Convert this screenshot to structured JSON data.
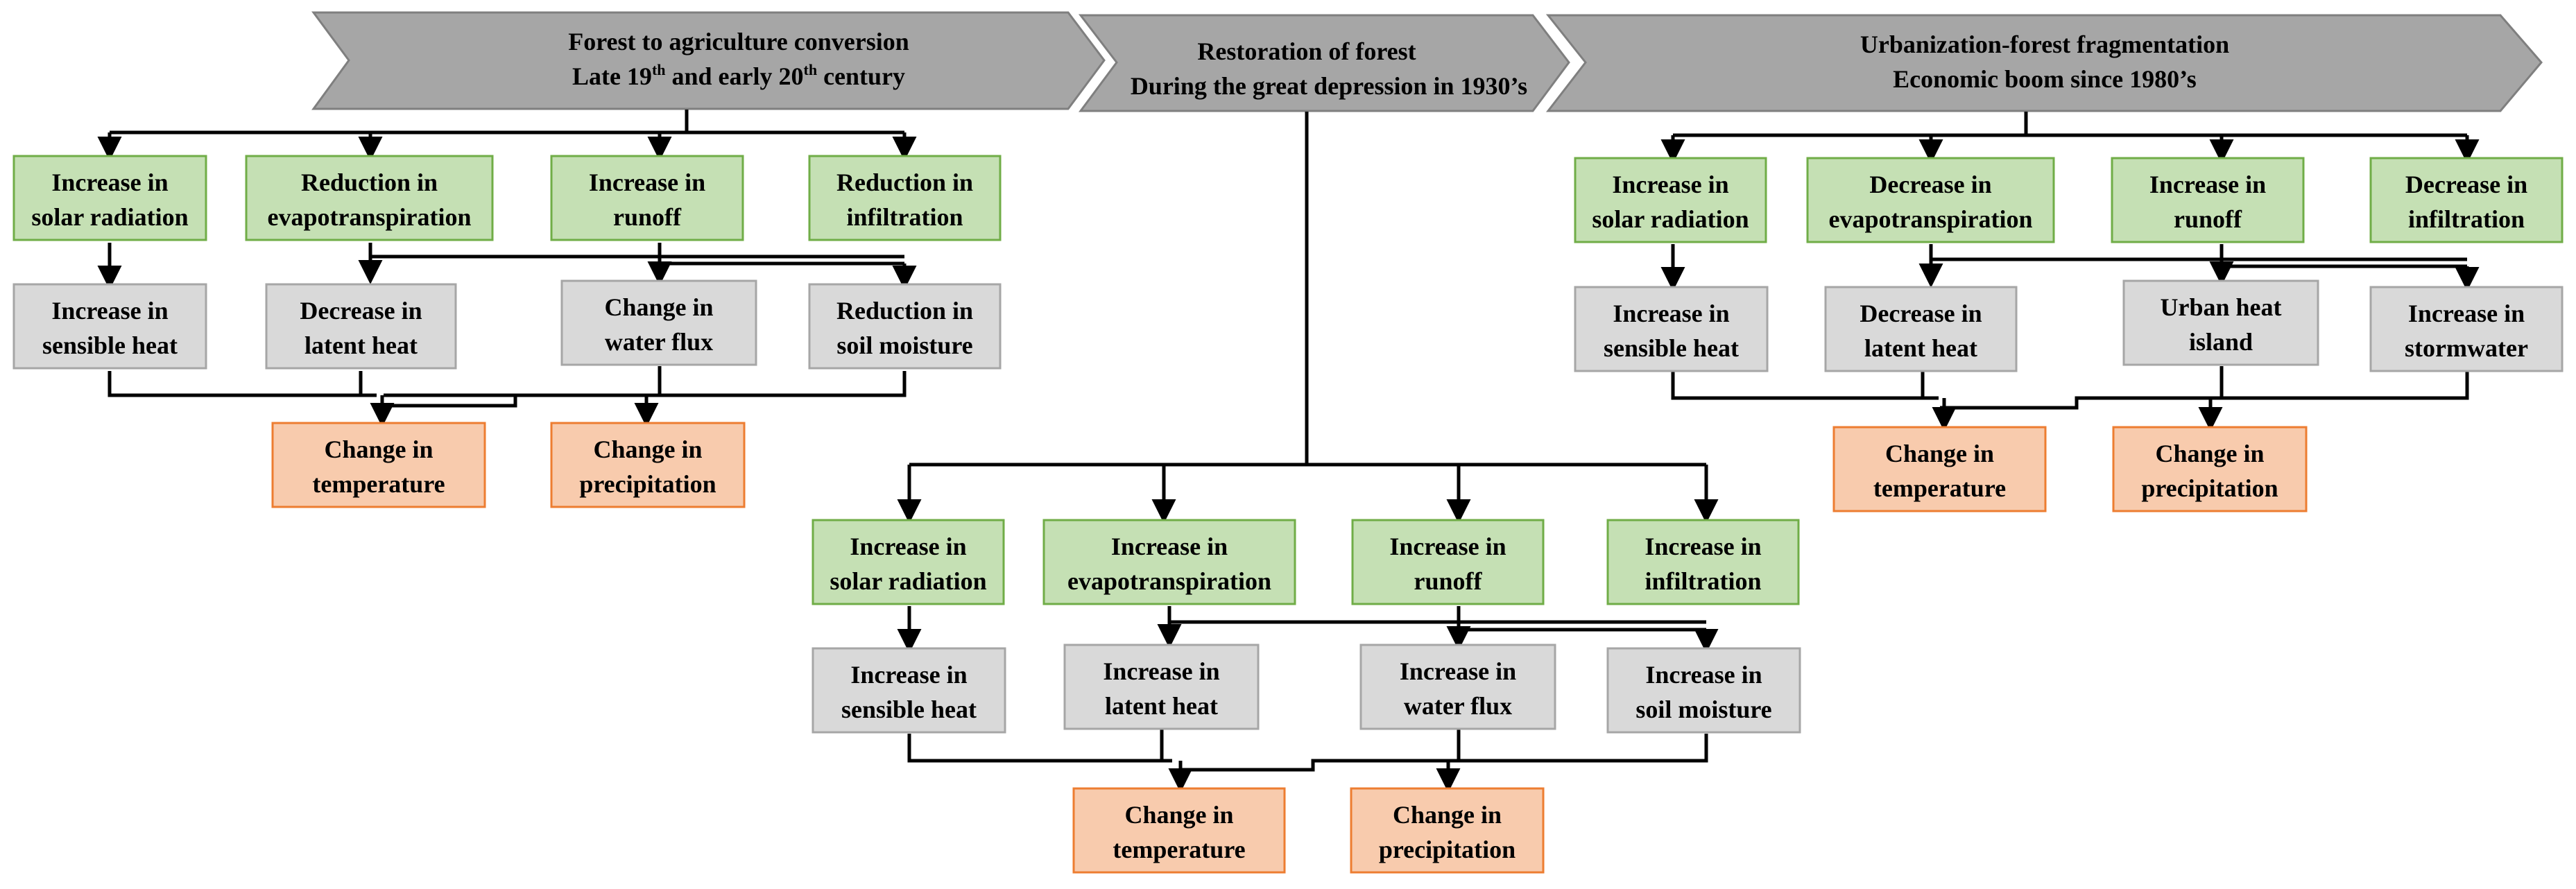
{
  "colors": {
    "banner_fill": "#a6a6a6",
    "banner_stroke": "#7f7f7f",
    "green_fill": "#c5e0b4",
    "green_stroke": "#70ad47",
    "gray_fill": "#d9d9d9",
    "gray_stroke": "#a6a6a6",
    "orange_fill": "#f8cbad",
    "orange_stroke": "#ed7d31",
    "line": "#000000"
  },
  "panels": [
    {
      "id": "agri",
      "banner": {
        "line1": "Forest to agriculture conversion",
        "line2_prefix": "Late 19",
        "line2_sup1": "th",
        "line2_mid": " and early 20",
        "line2_sup2": "th",
        "line2_suffix": " century"
      },
      "processes": [
        {
          "line1": "Increase in",
          "line2": "solar radiation"
        },
        {
          "line1": "Reduction in",
          "line2": "evapotranspiration"
        },
        {
          "line1": "Increase in",
          "line2": "runoff"
        },
        {
          "line1": "Reduction in",
          "line2": "infiltration"
        }
      ],
      "effects": [
        {
          "line1": "Increase in",
          "line2": "sensible heat"
        },
        {
          "line1": "Decrease in",
          "line2": "latent heat"
        },
        {
          "line1": "Change in",
          "line2": "water flux"
        },
        {
          "line1": "Reduction in",
          "line2": "soil moisture"
        }
      ],
      "outcomes": [
        {
          "line1": "Change in",
          "line2": "temperature"
        },
        {
          "line1": "Change in",
          "line2": "precipitation"
        }
      ]
    },
    {
      "id": "restore",
      "banner": {
        "line1": "Restoration of forest",
        "line2": "During the great depression in 1930’s"
      },
      "processes": [
        {
          "line1": "Increase in",
          "line2": "solar radiation"
        },
        {
          "line1": "Increase in",
          "line2": "evapotranspiration"
        },
        {
          "line1": "Increase in",
          "line2": "runoff"
        },
        {
          "line1": "Increase in",
          "line2": "infiltration"
        }
      ],
      "effects": [
        {
          "line1": "Increase in",
          "line2": "sensible heat"
        },
        {
          "line1": "Increase in",
          "line2": "latent heat"
        },
        {
          "line1": "Increase in",
          "line2": "water flux"
        },
        {
          "line1": "Increase in",
          "line2": "soil moisture"
        }
      ],
      "outcomes": [
        {
          "line1": "Change in",
          "line2": "temperature"
        },
        {
          "line1": "Change in",
          "line2": "precipitation"
        }
      ]
    },
    {
      "id": "urban",
      "banner": {
        "line1": "Urbanization-forest fragmentation",
        "line2": "Economic boom since 1980’s"
      },
      "processes": [
        {
          "line1": "Increase in",
          "line2": "solar radiation"
        },
        {
          "line1": "Decrease in",
          "line2": "evapotranspiration"
        },
        {
          "line1": "Increase in",
          "line2": "runoff"
        },
        {
          "line1": "Decrease in",
          "line2": "infiltration"
        }
      ],
      "effects": [
        {
          "line1": "Increase in",
          "line2": "sensible heat"
        },
        {
          "line1": "Decrease in",
          "line2": "latent heat"
        },
        {
          "line1": "Urban heat",
          "line2": "island"
        },
        {
          "line1": "Increase in",
          "line2": "stormwater"
        }
      ],
      "outcomes": [
        {
          "line1": "Change in",
          "line2": "temperature"
        },
        {
          "line1": "Change in",
          "line2": "precipitation"
        }
      ]
    }
  ]
}
